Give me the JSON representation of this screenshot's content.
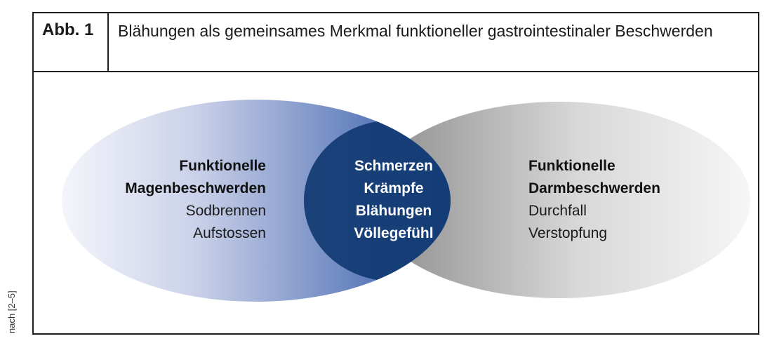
{
  "figure": {
    "label": "Abb. 1",
    "title": "Blähungen als gemeinsames Merkmal funktioneller gastrointestinaler Beschwerden",
    "source_note": "nach [2–5]"
  },
  "left_set": {
    "heading_line1": "Funktionelle",
    "heading_line2": "Magenbeschwerden",
    "items": [
      "Sodbrennen",
      "Aufstossen"
    ]
  },
  "intersection": {
    "items": [
      "Schmerzen",
      "Krämpfe",
      "Blähungen",
      "Völlegefühl"
    ]
  },
  "right_set": {
    "heading_line1": "Funktionelle",
    "heading_line2": "Darmbeschwerden",
    "items": [
      "Durchfall",
      "Verstopfung"
    ]
  },
  "colors": {
    "left_gradient_start": "#f4f5fb",
    "left_gradient_end": "#2c55a6",
    "right_gradient_start": "#8a8a8a",
    "right_gradient_end": "#f6f6f6",
    "intersection": "#123a72",
    "border": "#1f1f1f"
  }
}
